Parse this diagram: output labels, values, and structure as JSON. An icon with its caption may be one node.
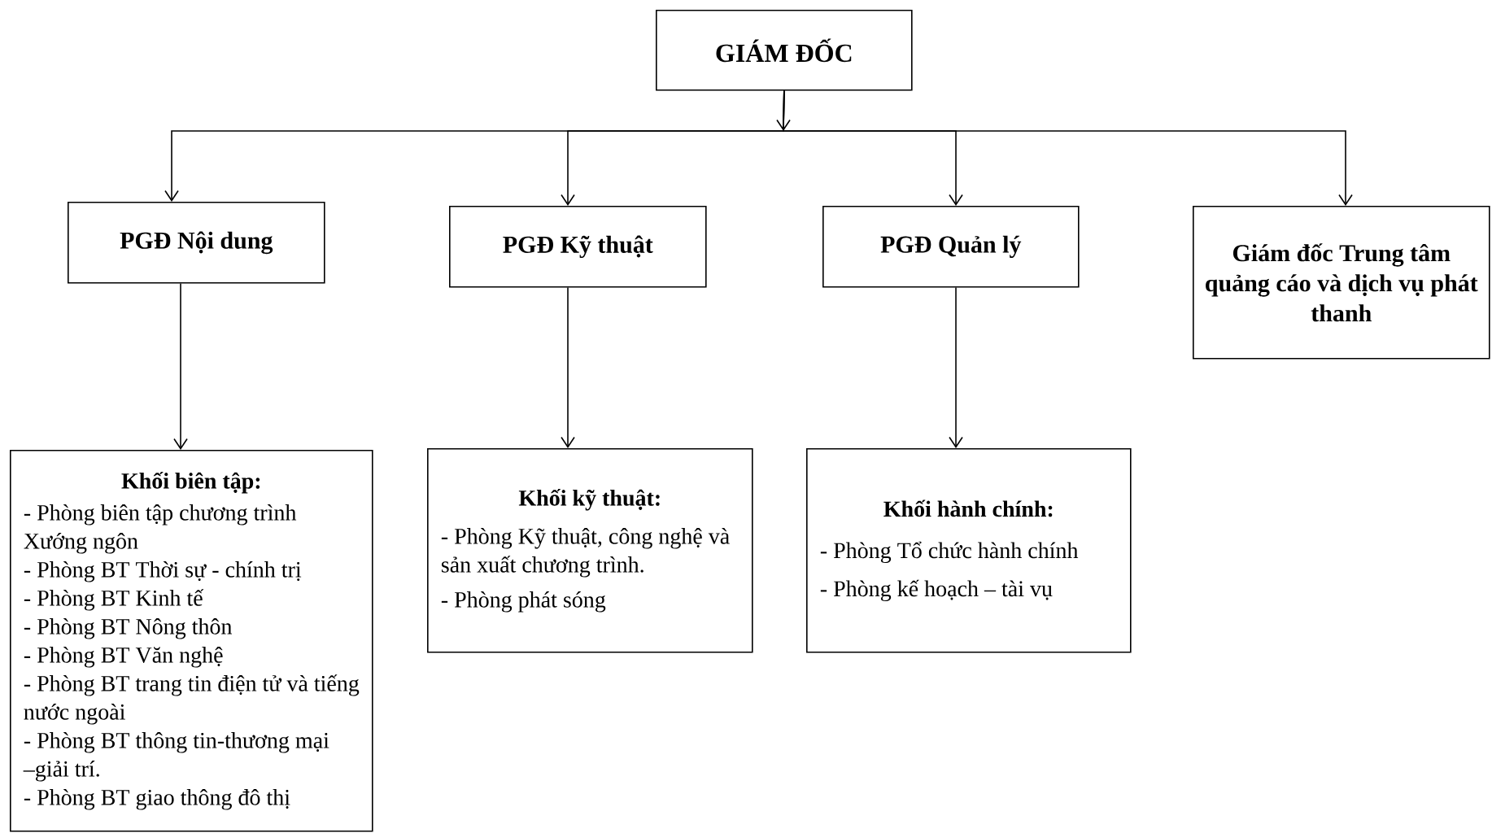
{
  "diagram": {
    "nodes": [
      {
        "text": [
          "GIÁM ĐỐC"
        ]
      },
      {
        "text": [
          "PGĐ Nội dung"
        ]
      },
      {
        "text": [
          "PGĐ Kỹ thuật"
        ]
      },
      {
        "text": [
          "PGĐ Quản lý"
        ]
      },
      {
        "text": [
          "Giám đốc Trung tâm quảng cáo và dịch vụ phát thanh"
        ]
      },
      {
        "text": [
          "Khối biên tập:",
          "- Phòng biên tập chương trình Xướng ngôn",
          "- Phòng BT Thời sự - chính trị",
          "- Phòng BT Kinh tế",
          "- Phòng BT Nông thôn",
          "- Phòng BT Văn nghệ",
          "- Phòng BT trang tin điện tử và tiếng nước ngoài",
          "- Phòng BT thông tin-thương mại –giải trí.",
          "- Phòng BT giao thông đô thị"
        ]
      },
      {
        "text": [
          "Khối kỹ thuật:",
          "- Phòng Kỹ thuật, công nghệ và sản xuất chương trình.",
          "- Phòng phát sóng"
        ]
      },
      {
        "text": [
          "Khối hành chính:",
          "- Phòng Tổ chức hành chính",
          "- Phòng kế hoạch – tài vụ"
        ]
      }
    ],
    "edges": [
      {
        "from": 0,
        "to": 1,
        "arrow": "to"
      },
      {
        "from": 0,
        "to": 2,
        "arrow": "to"
      },
      {
        "from": 0,
        "to": 3,
        "arrow": "to"
      },
      {
        "from": 0,
        "to": 4,
        "arrow": "to"
      },
      {
        "from": 1,
        "to": 5,
        "arrow": "to"
      },
      {
        "from": 2,
        "to": 6,
        "arrow": "to"
      },
      {
        "from": 3,
        "to": 7,
        "arrow": "to"
      }
    ]
  }
}
